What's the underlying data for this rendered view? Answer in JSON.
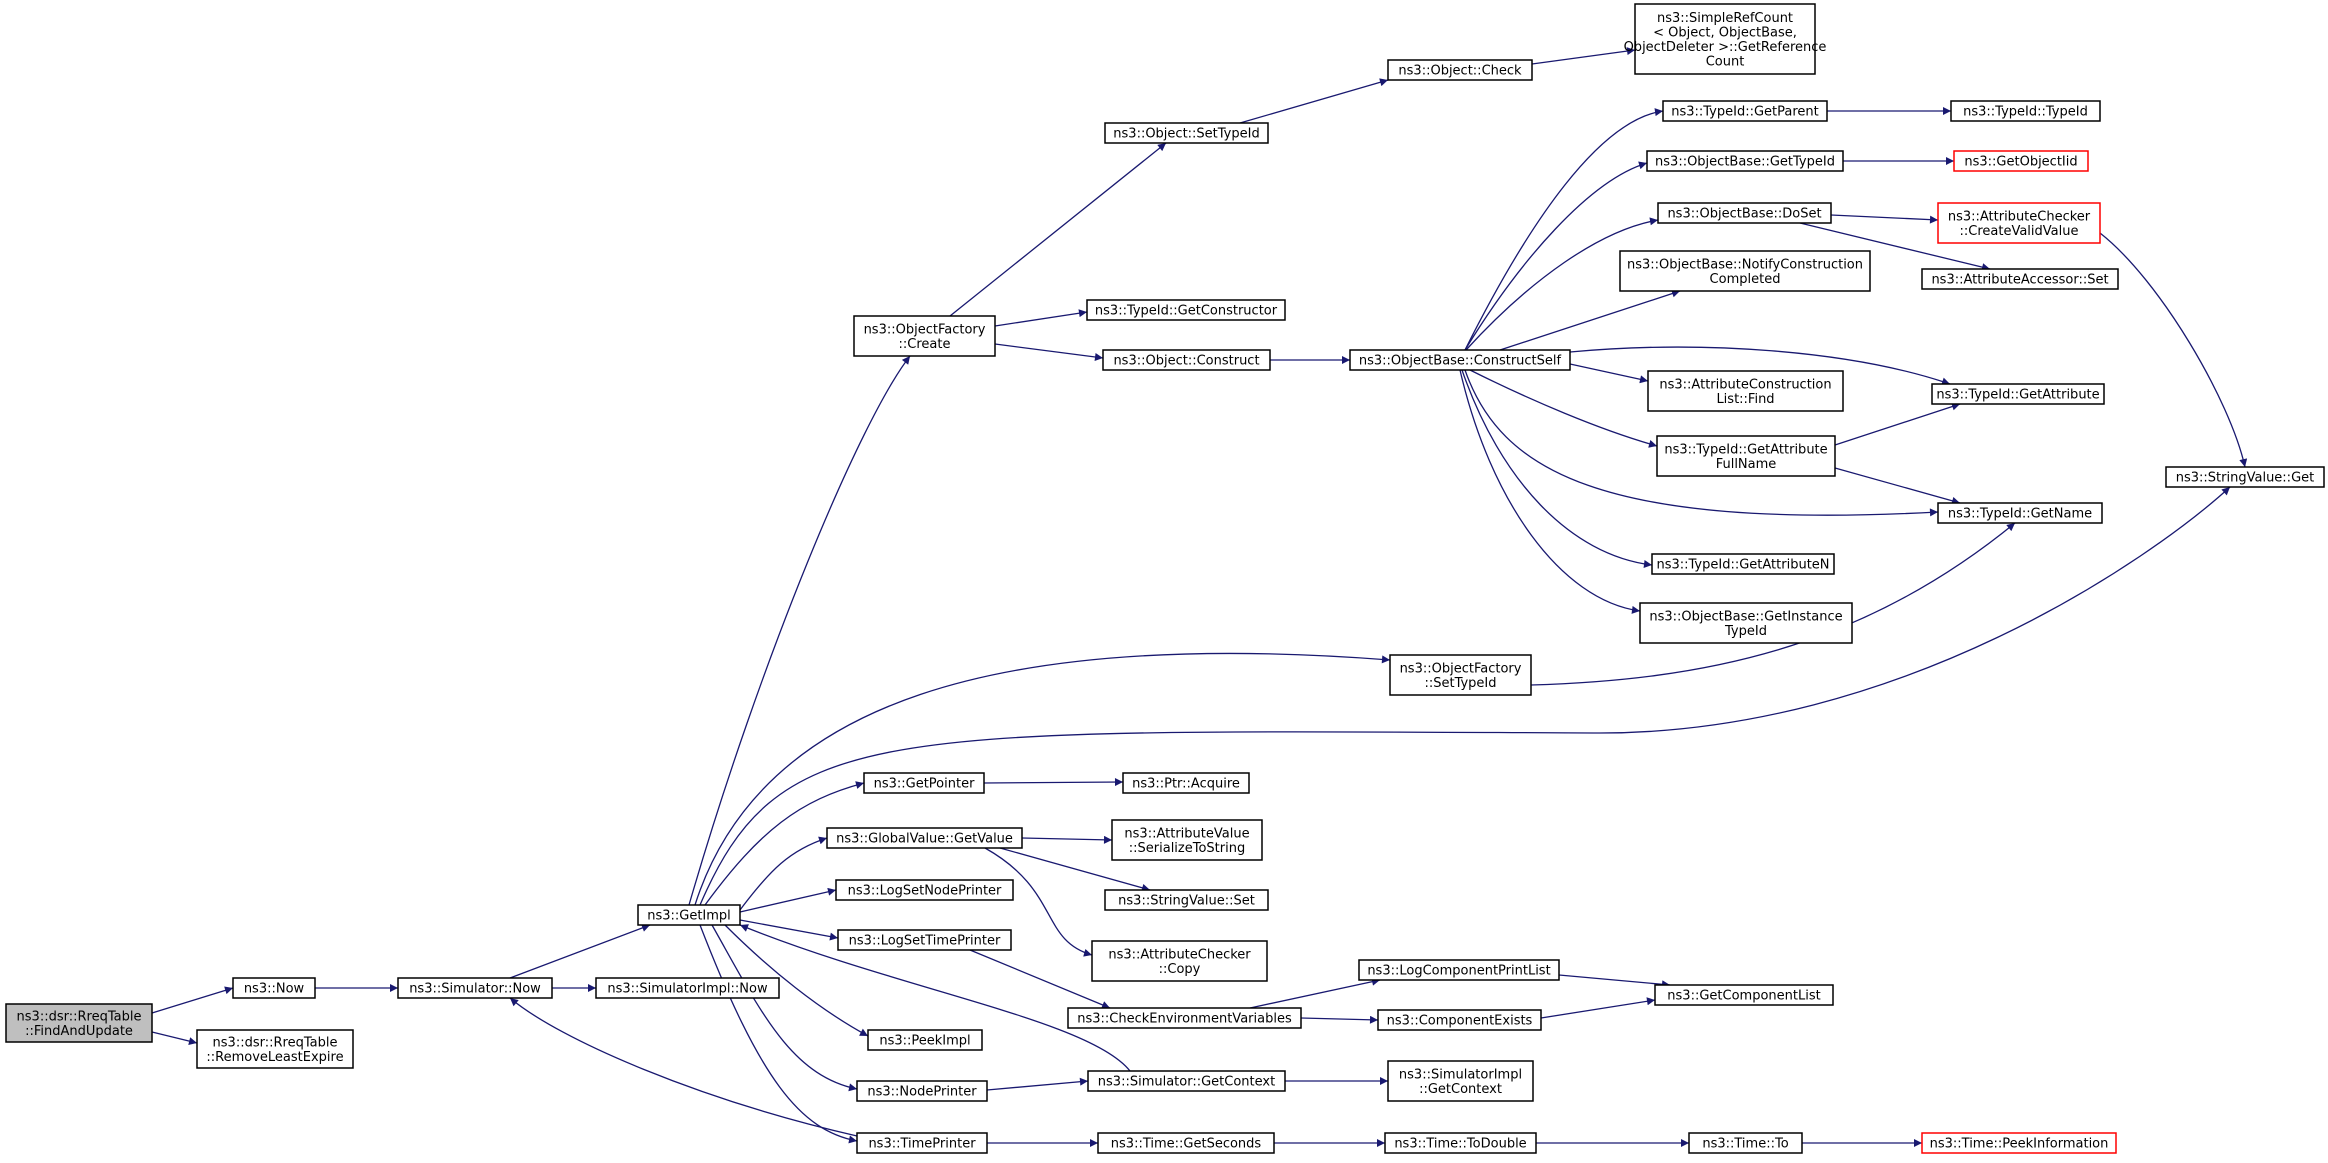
{
  "graph": {
    "colors": {
      "edge": "#191970",
      "node_border": "#000000",
      "root_fill": "#bfbfbf",
      "truncated_border": "#ff0000"
    },
    "nodes": [
      {
        "id": "find",
        "label": [
          "ns3::dsr::RreqTable",
          "::FindAndUpdate"
        ],
        "kind": "root"
      },
      {
        "id": "now",
        "label": [
          "ns3::Now"
        ]
      },
      {
        "id": "remove",
        "label": [
          "ns3::dsr::RreqTable",
          "::RemoveLeastExpire"
        ]
      },
      {
        "id": "simnow",
        "label": [
          "ns3::Simulator::Now"
        ]
      },
      {
        "id": "getimpl",
        "label": [
          "ns3::GetImpl"
        ]
      },
      {
        "id": "simimplnow",
        "label": [
          "ns3::SimulatorImpl::Now"
        ]
      },
      {
        "id": "ofcreate",
        "label": [
          "ns3::ObjectFactory",
          "::Create"
        ]
      },
      {
        "id": "getpointer",
        "label": [
          "ns3::GetPointer"
        ]
      },
      {
        "id": "gvgetvalue",
        "label": [
          "ns3::GlobalValue::GetValue"
        ]
      },
      {
        "id": "lognode",
        "label": [
          "ns3::LogSetNodePrinter"
        ]
      },
      {
        "id": "logtime",
        "label": [
          "ns3::LogSetTimePrinter"
        ]
      },
      {
        "id": "peekimpl",
        "label": [
          "ns3::PeekImpl"
        ]
      },
      {
        "id": "nodeprinter",
        "label": [
          "ns3::NodePrinter"
        ]
      },
      {
        "id": "timeprinter",
        "label": [
          "ns3::TimePrinter"
        ]
      },
      {
        "id": "objsettypeid",
        "label": [
          "ns3::Object::SetTypeId"
        ]
      },
      {
        "id": "tidgetctor",
        "label": [
          "ns3::TypeId::GetConstructor"
        ]
      },
      {
        "id": "objconstruct",
        "label": [
          "ns3::Object::Construct"
        ]
      },
      {
        "id": "objcheck",
        "label": [
          "ns3::Object::Check"
        ]
      },
      {
        "id": "refcount",
        "label": [
          "ns3::SimpleRefCount",
          "< Object, ObjectBase,",
          " ObjectDeleter >::GetReference",
          "Count"
        ]
      },
      {
        "id": "constructself",
        "label": [
          "ns3::ObjectBase::ConstructSelf"
        ]
      },
      {
        "id": "tidgetparent",
        "label": [
          "ns3::TypeId::GetParent"
        ]
      },
      {
        "id": "tidtypeid",
        "label": [
          "ns3::TypeId::TypeId"
        ]
      },
      {
        "id": "obgettypeid",
        "label": [
          "ns3::ObjectBase::GetTypeId"
        ]
      },
      {
        "id": "getobjectiid",
        "label": [
          "ns3::GetObjectIid"
        ],
        "kind": "trunc"
      },
      {
        "id": "obdoset",
        "label": [
          "ns3::ObjectBase::DoSet"
        ]
      },
      {
        "id": "accheckcreate",
        "label": [
          "ns3::AttributeChecker",
          "::CreateValidValue"
        ],
        "kind": "trunc"
      },
      {
        "id": "accessorset",
        "label": [
          "ns3::AttributeAccessor::Set"
        ]
      },
      {
        "id": "notifyconstr",
        "label": [
          "ns3::ObjectBase::NotifyConstruction",
          "Completed"
        ]
      },
      {
        "id": "aclfind",
        "label": [
          "ns3::AttributeConstruction",
          "List::Find"
        ]
      },
      {
        "id": "tidgetattr",
        "label": [
          "ns3::TypeId::GetAttribute"
        ]
      },
      {
        "id": "tidgetattrfull",
        "label": [
          "ns3::TypeId::GetAttribute",
          "FullName"
        ]
      },
      {
        "id": "tidgetname",
        "label": [
          "ns3::TypeId::GetName"
        ]
      },
      {
        "id": "stringget",
        "label": [
          "ns3::StringValue::Get"
        ]
      },
      {
        "id": "tidgetattrn",
        "label": [
          "ns3::TypeId::GetAttributeN"
        ]
      },
      {
        "id": "obgetinst",
        "label": [
          "ns3::ObjectBase::GetInstance",
          "TypeId"
        ]
      },
      {
        "id": "ofsettypeid",
        "label": [
          "ns3::ObjectFactory",
          "::SetTypeId"
        ]
      },
      {
        "id": "ptracquire",
        "label": [
          "ns3::Ptr::Acquire"
        ]
      },
      {
        "id": "avserialize",
        "label": [
          "ns3::AttributeValue",
          "::SerializeToString"
        ]
      },
      {
        "id": "stringset",
        "label": [
          "ns3::StringValue::Set"
        ]
      },
      {
        "id": "accopy",
        "label": [
          "ns3::AttributeChecker",
          "::Copy"
        ]
      },
      {
        "id": "checkenv",
        "label": [
          "ns3::CheckEnvironmentVariables"
        ]
      },
      {
        "id": "logcompprint",
        "label": [
          "ns3::LogComponentPrintList"
        ]
      },
      {
        "id": "compexists",
        "label": [
          "ns3::ComponentExists"
        ]
      },
      {
        "id": "getcomplist",
        "label": [
          "ns3::GetComponentList"
        ]
      },
      {
        "id": "simgetctx",
        "label": [
          "ns3::Simulator::GetContext"
        ]
      },
      {
        "id": "simimplgetctx",
        "label": [
          "ns3::SimulatorImpl",
          "::GetContext"
        ]
      },
      {
        "id": "timegetsec",
        "label": [
          "ns3::Time::GetSeconds"
        ]
      },
      {
        "id": "timetodouble",
        "label": [
          "ns3::Time::ToDouble"
        ]
      },
      {
        "id": "timeto",
        "label": [
          "ns3::Time::To"
        ]
      },
      {
        "id": "peekinfo",
        "label": [
          "ns3::Time::PeekInformation"
        ],
        "kind": "trunc"
      }
    ],
    "edges": [
      [
        "find",
        "now"
      ],
      [
        "find",
        "remove"
      ],
      [
        "now",
        "simnow"
      ],
      [
        "simnow",
        "getimpl"
      ],
      [
        "simnow",
        "simimplnow"
      ],
      [
        "getimpl",
        "ofcreate"
      ],
      [
        "getimpl",
        "ofsettypeid"
      ],
      [
        "getimpl",
        "stringget"
      ],
      [
        "getimpl",
        "getpointer"
      ],
      [
        "getimpl",
        "gvgetvalue"
      ],
      [
        "getimpl",
        "lognode"
      ],
      [
        "getimpl",
        "logtime"
      ],
      [
        "getimpl",
        "peekimpl"
      ],
      [
        "getimpl",
        "nodeprinter"
      ],
      [
        "getimpl",
        "timeprinter"
      ],
      [
        "ofcreate",
        "objsettypeid"
      ],
      [
        "ofcreate",
        "tidgetctor"
      ],
      [
        "ofcreate",
        "objconstruct"
      ],
      [
        "objsettypeid",
        "objcheck"
      ],
      [
        "objcheck",
        "refcount"
      ],
      [
        "objconstruct",
        "constructself"
      ],
      [
        "constructself",
        "tidgetparent"
      ],
      [
        "constructself",
        "obgettypeid"
      ],
      [
        "constructself",
        "obdoset"
      ],
      [
        "constructself",
        "notifyconstr"
      ],
      [
        "constructself",
        "aclfind"
      ],
      [
        "constructself",
        "tidgetattr"
      ],
      [
        "constructself",
        "tidgetattrfull"
      ],
      [
        "constructself",
        "tidgetname"
      ],
      [
        "constructself",
        "tidgetattrn"
      ],
      [
        "constructself",
        "obgetinst"
      ],
      [
        "tidgetparent",
        "tidtypeid"
      ],
      [
        "obgettypeid",
        "getobjectiid"
      ],
      [
        "obdoset",
        "accheckcreate"
      ],
      [
        "obdoset",
        "accessorset"
      ],
      [
        "accheckcreate",
        "stringget"
      ],
      [
        "tidgetattrfull",
        "tidgetattr"
      ],
      [
        "tidgetattrfull",
        "tidgetname"
      ],
      [
        "ofsettypeid",
        "tidgetname"
      ],
      [
        "getpointer",
        "ptracquire"
      ],
      [
        "gvgetvalue",
        "avserialize"
      ],
      [
        "gvgetvalue",
        "stringset"
      ],
      [
        "gvgetvalue",
        "accopy"
      ],
      [
        "logtime",
        "checkenv"
      ],
      [
        "checkenv",
        "logcompprint"
      ],
      [
        "checkenv",
        "compexists"
      ],
      [
        "logcompprint",
        "getcomplist"
      ],
      [
        "compexists",
        "getcomplist"
      ],
      [
        "nodeprinter",
        "simgetctx"
      ],
      [
        "simgetctx",
        "getimpl"
      ],
      [
        "simgetctx",
        "simimplgetctx"
      ],
      [
        "timeprinter",
        "simnow"
      ],
      [
        "timeprinter",
        "timegetsec"
      ],
      [
        "timegetsec",
        "timetodouble"
      ],
      [
        "timetodouble",
        "timeto"
      ],
      [
        "timeto",
        "peekinfo"
      ]
    ]
  }
}
